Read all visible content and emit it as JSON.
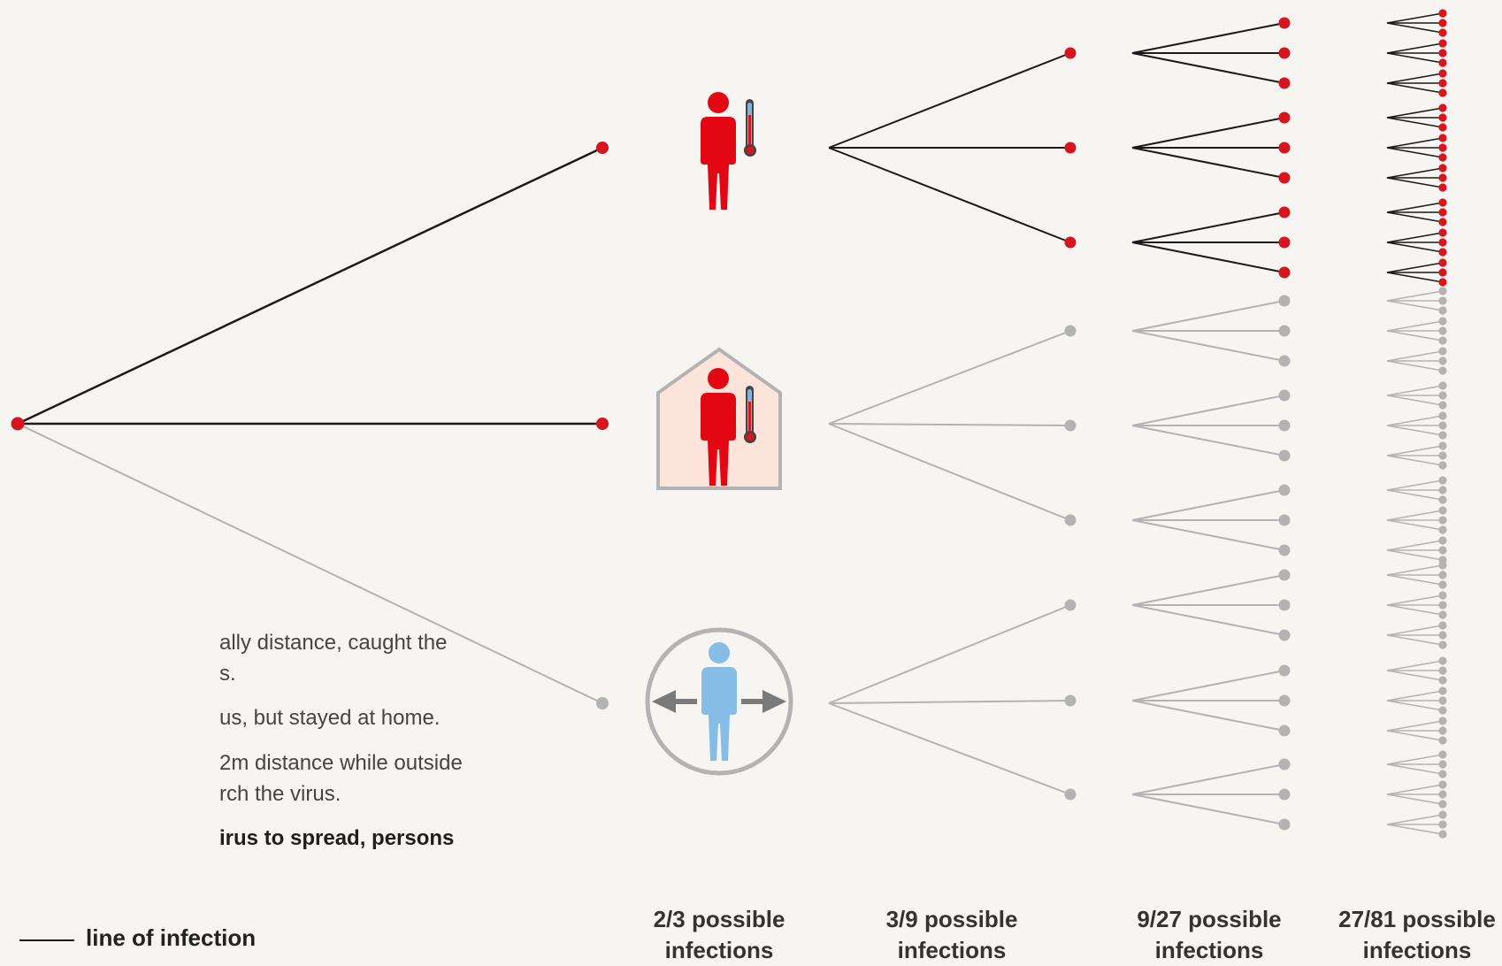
{
  "legend": {
    "line1": "ally distance, caught the",
    "line2": "s.",
    "line3": "us, but stayed at home.",
    "line4": "2m distance while outside",
    "line5": "rch the virus.",
    "line6": "irus to spread, persons",
    "key_label": "line of infection"
  },
  "columns": {
    "gen1": {
      "fraction": "2/3 possible",
      "word": "infections"
    },
    "gen2": {
      "fraction": "3/9 possible",
      "word": "infections"
    },
    "gen3": {
      "fraction": "9/27 possible",
      "word": "infections"
    },
    "gen4": {
      "fraction": "27/81 possible",
      "word": "infections"
    }
  },
  "tree": {
    "branching_factor": 3,
    "generations": [
      {
        "possible": 3,
        "infected": 2
      },
      {
        "possible": 9,
        "infected": 3
      },
      {
        "possible": 27,
        "infected": 9
      },
      {
        "possible": 81,
        "infected": 27
      }
    ],
    "branch_status": [
      "infected-no-distance",
      "infected-stayed-home",
      "kept-distance"
    ]
  },
  "icons": {
    "person_sick": "person-with-thermometer-icon",
    "person_home": "person-at-home-icon",
    "person_distance": "person-keeping-distance-icon"
  },
  "colors": {
    "infected": "#d7151f",
    "infected_line": "#1a1a1a",
    "uninfected": "#b3b3b3",
    "person_red": "#e30613",
    "person_blue": "#86bde6",
    "house_fill": "#fde4db",
    "background": "#f6f5f1"
  }
}
